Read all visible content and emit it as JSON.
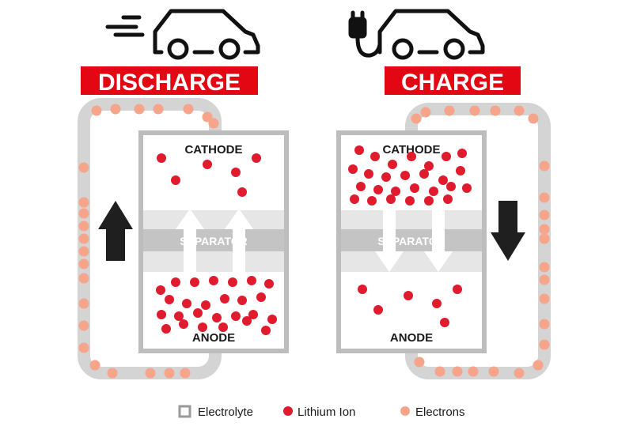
{
  "panels": [
    {
      "title": "DISCHARGE",
      "icon": "car-icon",
      "cathode_label": "CATHODE",
      "separator_label": "SEPARATOR",
      "anode_label": "ANODE",
      "ion_flow": "anode-to-cathode",
      "electron_flow": "up"
    },
    {
      "title": "CHARGE",
      "icon": "plug-car-icon",
      "cathode_label": "CATHODE",
      "separator_label": "SEPARATOR",
      "anode_label": "ANODE",
      "ion_flow": "cathode-to-anode",
      "electron_flow": "down"
    }
  ],
  "legend": {
    "electrolyte": "Electrolyte",
    "lithium_ion": "Lithium Ion",
    "electrons": "Electrons"
  },
  "colors": {
    "banner": "#e30613",
    "ion": "#e01b2e",
    "electron": "#f6a48a",
    "electrolyte": "#cfcfcf",
    "separator_band": "#e6e6e6",
    "arrow": "#1f1f1f"
  }
}
